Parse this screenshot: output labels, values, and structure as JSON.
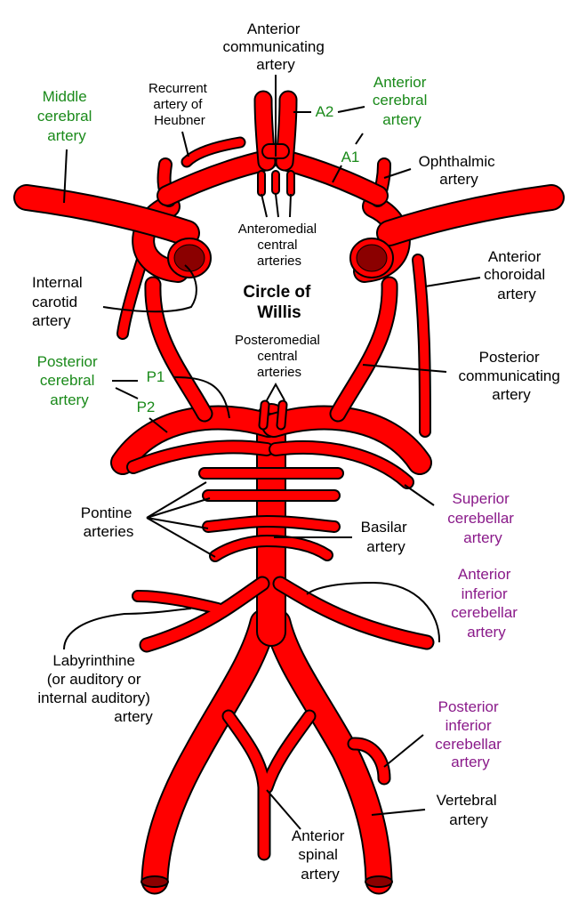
{
  "colors": {
    "artery": "#ff0000",
    "artery_outline": "#000000",
    "lumen": "#8b0000",
    "label_default": "#000000",
    "label_green": "#1a8a1a",
    "label_purple": "#8a1a8a"
  },
  "title": [
    "Circle of",
    "Willis"
  ],
  "labels": {
    "acom": [
      "Anterior",
      "communicating",
      "artery"
    ],
    "aca": [
      "Anterior",
      "cerebral",
      "artery"
    ],
    "a2": "A2",
    "a1": "A1",
    "mca": [
      "Middle",
      "cerebral",
      "artery"
    ],
    "heubner": [
      "Recurrent",
      "artery of",
      "Heubner"
    ],
    "ophthalmic": [
      "Ophthalmic",
      "artery"
    ],
    "anteromedial": [
      "Anteromedial",
      "central",
      "arteries"
    ],
    "ica": [
      "Internal",
      "carotid",
      "artery"
    ],
    "achoroidal": [
      "Anterior",
      "choroidal",
      "artery"
    ],
    "posteromedial": [
      "Posteromedial",
      "central",
      "arteries"
    ],
    "pca": [
      "Posterior",
      "cerebral",
      "artery"
    ],
    "p1": "P1",
    "p2": "P2",
    "pcom": [
      "Posterior",
      "communicating",
      "artery"
    ],
    "sca": [
      "Superior",
      "cerebellar",
      "artery"
    ],
    "pontine": [
      "Pontine",
      "arteries"
    ],
    "basilar": [
      "Basilar",
      "artery"
    ],
    "aica": [
      "Anterior",
      "inferior",
      "cerebellar",
      "artery"
    ],
    "labyrinthine": [
      "Labyrinthine",
      "(or auditory or",
      "internal auditory)",
      "artery"
    ],
    "pica": [
      "Posterior",
      "inferior",
      "cerebellar",
      "artery"
    ],
    "vertebral": [
      "Vertebral",
      "artery"
    ],
    "anterior_spinal": [
      "Anterior",
      "spinal",
      "artery"
    ]
  }
}
